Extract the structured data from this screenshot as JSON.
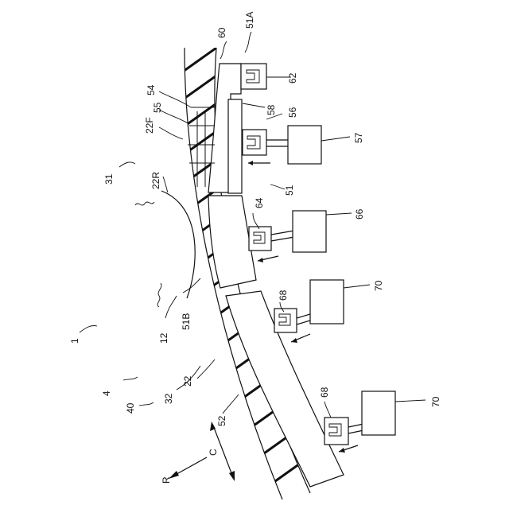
{
  "labels": {
    "l1": "1",
    "l4": "4",
    "l12": "12",
    "l22": "22",
    "l22F": "22F",
    "l22R": "22R",
    "l31": "31",
    "l32": "32",
    "l40": "40",
    "l51": "51",
    "l51A": "51A",
    "l51B": "51B",
    "l52": "52",
    "l54": "54",
    "l55": "55",
    "l56": "56",
    "l57": "57",
    "l58": "58",
    "l60": "60",
    "l62": "62",
    "l64": "64",
    "l66": "66",
    "l68a": "68",
    "l68b": "68",
    "l70a": "70",
    "l70b": "70",
    "dirR": "R",
    "dirC": "C"
  },
  "colors": {
    "ink": "#111111",
    "paper": "#ffffff"
  }
}
